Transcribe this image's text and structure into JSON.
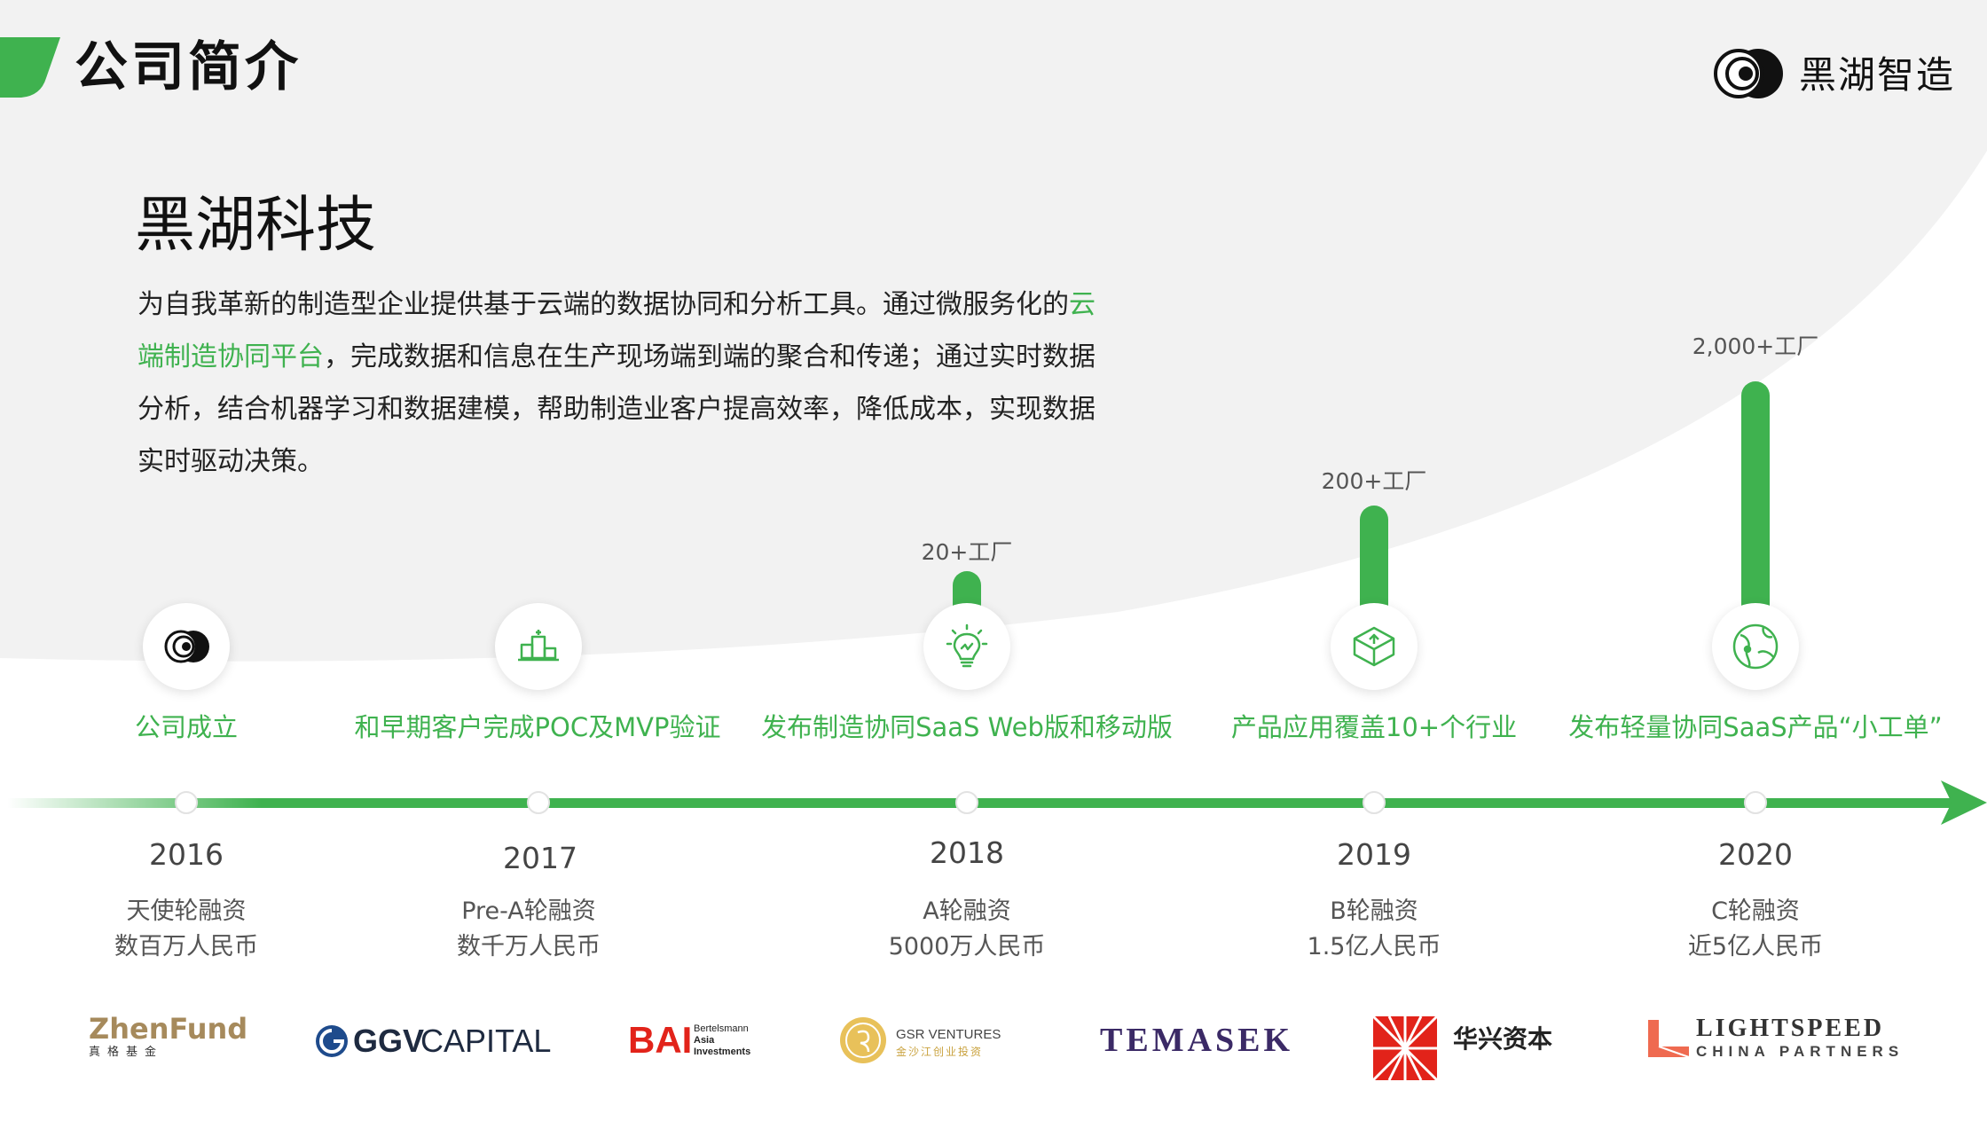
{
  "header": {
    "title": "公司简介",
    "brand": "黑湖智造"
  },
  "company": {
    "name": "黑湖科技",
    "intro_a": "为自我革新的制造型企业提供基于云端的数据协同和分析工具。通过微服务化的",
    "intro_highlight": "云端制造协同平台",
    "intro_b": "，完成数据和信息在生产现场端到端的聚合和传递；通过实时数据分析，结合机器学习和数据建模，帮助制造业客户提高效率，降低成本，实现数据实时驱动决策。"
  },
  "timeline": [
    {
      "year": "2016",
      "milestone": "公司成立",
      "round": "天使轮融资",
      "amount": "数百万人民币",
      "icon": "blackhole-logo-icon",
      "factories": ""
    },
    {
      "year": "2017",
      "milestone": "和早期客户完成POC及MVP验证",
      "round": "Pre-A轮融资",
      "amount": "数千万人民币",
      "icon": "podium-icon",
      "factories": ""
    },
    {
      "year": "2018",
      "milestone": "发布制造协同SaaS Web版和移动版",
      "round": "A轮融资",
      "amount": "5000万人民币",
      "icon": "lightbulb-icon",
      "factories": "20+工厂"
    },
    {
      "year": "2019",
      "milestone": "产品应用覆盖10+个行业",
      "round": "B轮融资",
      "amount": "1.5亿人民币",
      "icon": "cube-arrow-icon",
      "factories": "200+工厂"
    },
    {
      "year": "2020",
      "milestone": "发布轻量协同SaaS产品“小工单”",
      "round": "C轮融资",
      "amount": "近5亿人民币",
      "icon": "globe-icon",
      "factories": "2,000+工厂"
    }
  ],
  "investors": {
    "zhenfund": {
      "name": "ZhenFund",
      "sub": "真格基金"
    },
    "ggv": {
      "a": "GGV",
      "b": "CAPITAL"
    },
    "bai": {
      "mark": "BAI",
      "l1": "Bertelsmann",
      "l2": "Asia",
      "l3": "Investments"
    },
    "gsr": {
      "name": "GSR VENTURES",
      "sub": "金沙江创业投资"
    },
    "temasek": {
      "name": "TEMASEK"
    },
    "cr": {
      "name": "华兴资本"
    },
    "lightspeed": {
      "name": "LIGHTSPEED",
      "sub": "CHINA PARTNERS"
    }
  },
  "colors": {
    "accent": "#3fb24f",
    "background_gray": "#f2f2f2"
  }
}
